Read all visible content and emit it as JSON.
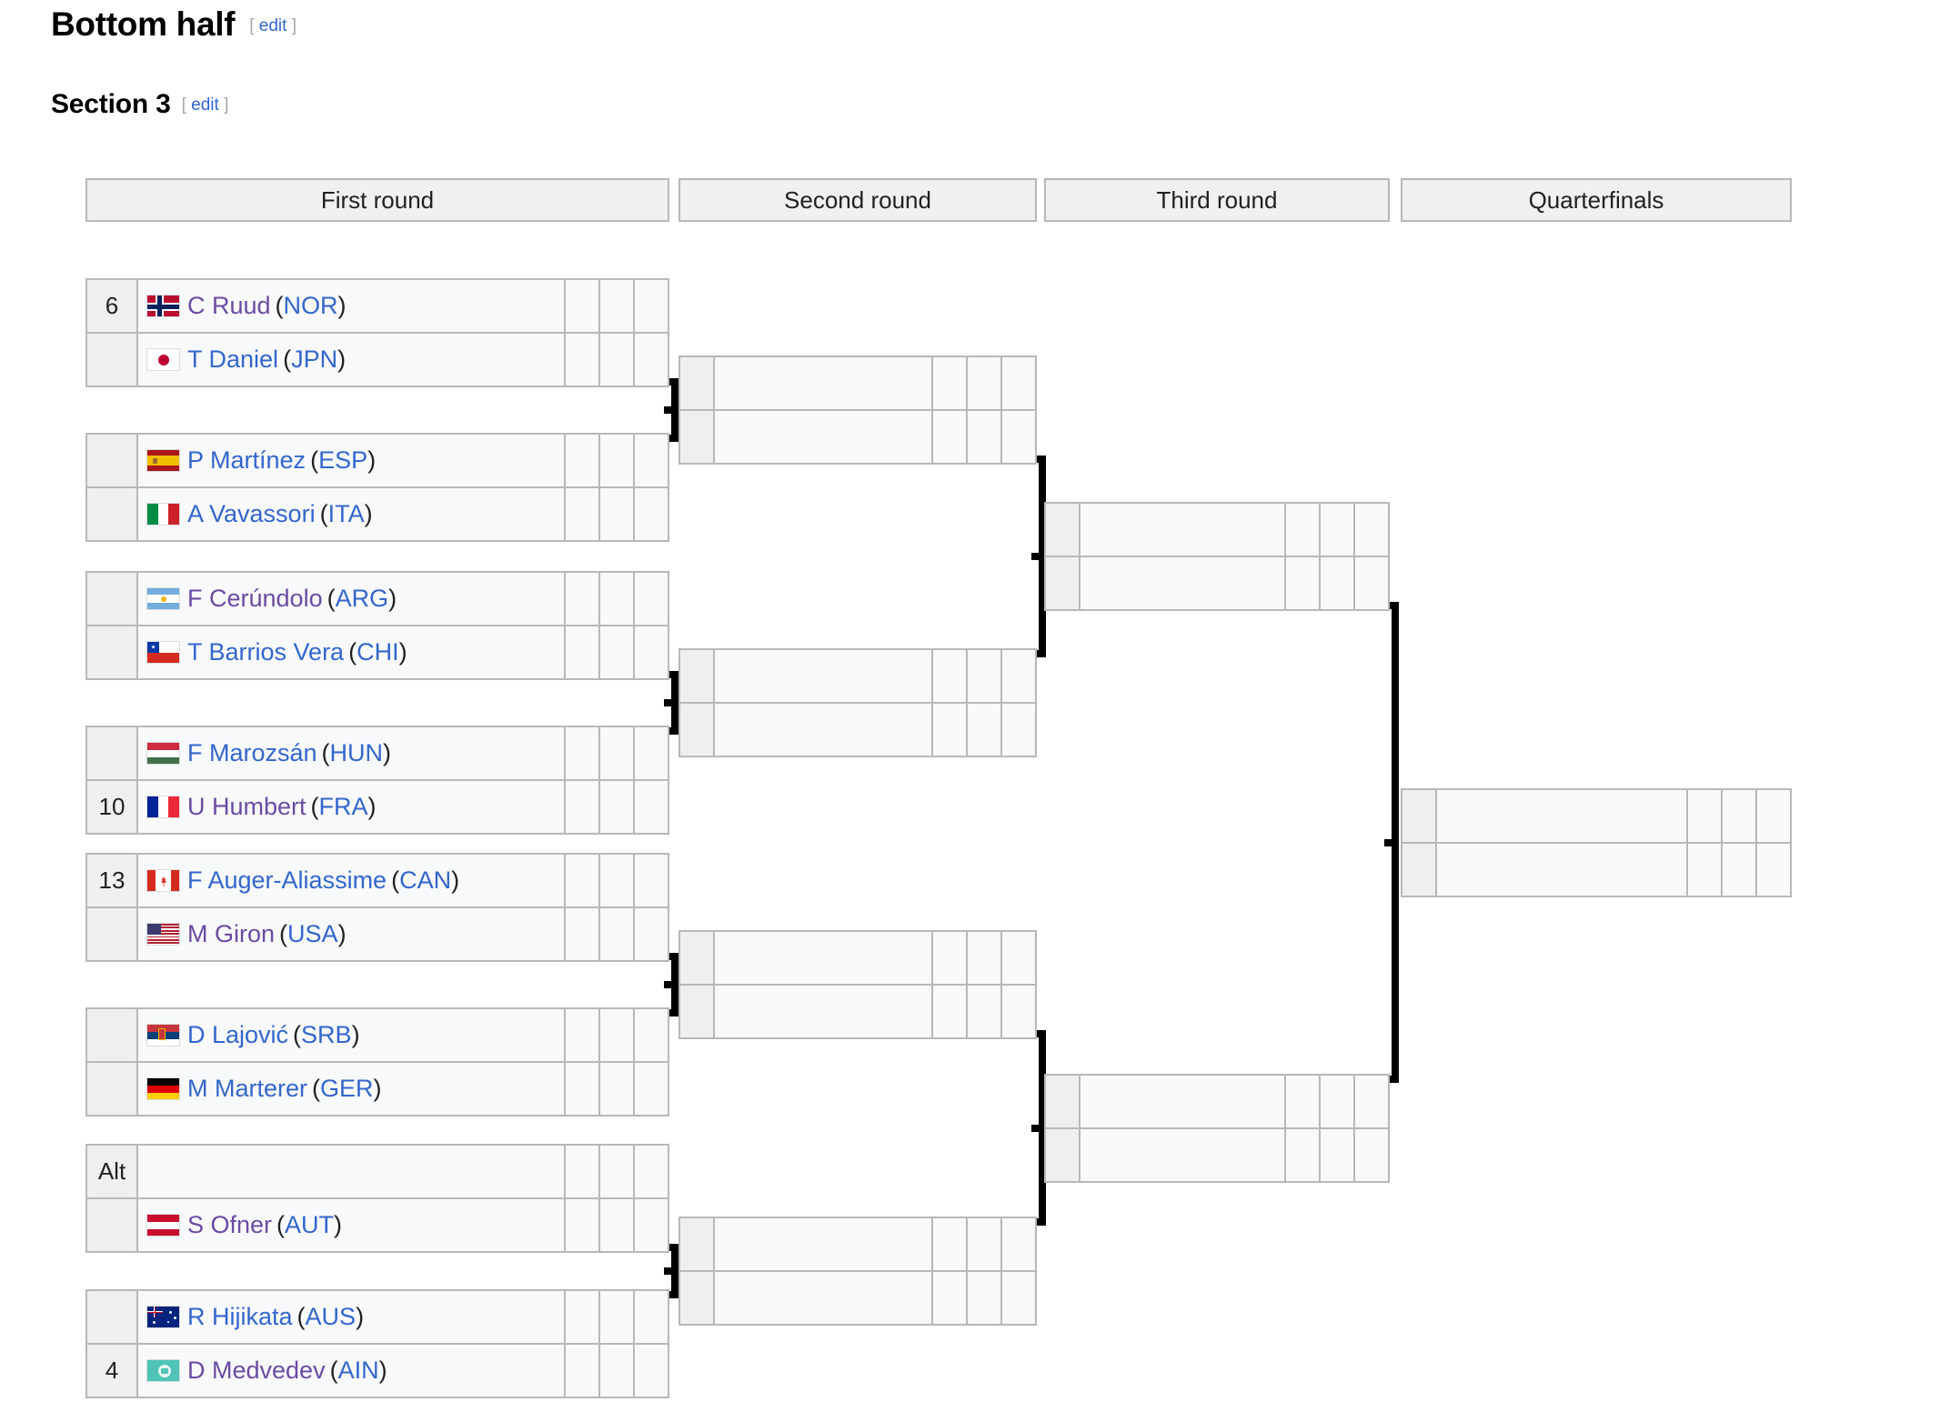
{
  "headings": {
    "bottom_half": "Bottom half",
    "section": "Section 3",
    "edit_open": "[",
    "edit_label": "edit",
    "edit_close": "]"
  },
  "rounds": [
    {
      "label": "First round"
    },
    {
      "label": "Second round"
    },
    {
      "label": "Third round"
    },
    {
      "label": "Quarterfinals"
    }
  ],
  "colors": {
    "link": "#3366cc",
    "visited_link": "#6b4ba1",
    "header_bg": "#f0f0f0",
    "cell_bg": "#f8f9fa",
    "seed_bg": "#efefef",
    "border": "#b8b8b8",
    "connector": "#000000"
  },
  "first_round": [
    {
      "players": [
        {
          "seed": "6",
          "name": "C Ruud",
          "country": "NOR",
          "flag": "norway",
          "visited": true,
          "scores": [
            "",
            "",
            ""
          ]
        },
        {
          "seed": "",
          "name": "T Daniel",
          "country": "JPN",
          "flag": "japan",
          "visited": false,
          "scores": [
            "",
            "",
            ""
          ]
        }
      ]
    },
    {
      "players": [
        {
          "seed": "",
          "name": "P Martínez",
          "country": "ESP",
          "flag": "spain",
          "visited": false,
          "scores": [
            "",
            "",
            ""
          ]
        },
        {
          "seed": "",
          "name": "A Vavassori",
          "country": "ITA",
          "flag": "italy",
          "visited": false,
          "scores": [
            "",
            "",
            ""
          ]
        }
      ]
    },
    {
      "players": [
        {
          "seed": "",
          "name": "F Cerúndolo",
          "country": "ARG",
          "flag": "argentina",
          "visited": true,
          "scores": [
            "",
            "",
            ""
          ]
        },
        {
          "seed": "",
          "name": "T Barrios Vera",
          "country": "CHI",
          "flag": "chile",
          "visited": false,
          "scores": [
            "",
            "",
            ""
          ]
        }
      ]
    },
    {
      "players": [
        {
          "seed": "",
          "name": "F Marozsán",
          "country": "HUN",
          "flag": "hungary",
          "visited": false,
          "scores": [
            "",
            "",
            ""
          ]
        },
        {
          "seed": "10",
          "name": "U Humbert",
          "country": "FRA",
          "flag": "france",
          "visited": true,
          "scores": [
            "",
            "",
            ""
          ]
        }
      ]
    },
    {
      "players": [
        {
          "seed": "13",
          "name": "F Auger-Aliassime",
          "country": "CAN",
          "flag": "canada",
          "visited": false,
          "scores": [
            "",
            "",
            ""
          ]
        },
        {
          "seed": "",
          "name": "M Giron",
          "country": "USA",
          "flag": "usa",
          "visited": true,
          "scores": [
            "",
            "",
            ""
          ]
        }
      ]
    },
    {
      "players": [
        {
          "seed": "",
          "name": "D Lajović",
          "country": "SRB",
          "flag": "serbia",
          "visited": false,
          "scores": [
            "",
            "",
            ""
          ]
        },
        {
          "seed": "",
          "name": "M Marterer",
          "country": "GER",
          "flag": "germany",
          "visited": false,
          "scores": [
            "",
            "",
            ""
          ]
        }
      ]
    },
    {
      "players": [
        {
          "seed": "Alt",
          "name": "",
          "country": "",
          "flag": "none",
          "visited": false,
          "scores": [
            "",
            "",
            ""
          ]
        },
        {
          "seed": "",
          "name": "S Ofner",
          "country": "AUT",
          "flag": "austria",
          "visited": true,
          "scores": [
            "",
            "",
            ""
          ]
        }
      ]
    },
    {
      "players": [
        {
          "seed": "",
          "name": "R Hijikata",
          "country": "AUS",
          "flag": "australia",
          "visited": false,
          "scores": [
            "",
            "",
            ""
          ]
        },
        {
          "seed": "4",
          "name": "D Medvedev",
          "country": "AIN",
          "flag": "ain",
          "visited": true,
          "scores": [
            "",
            "",
            ""
          ]
        }
      ]
    }
  ],
  "second_round": [
    {
      "players": [
        {
          "seed": "",
          "name": "",
          "country": "",
          "flag": "none",
          "scores": [
            "",
            "",
            ""
          ]
        },
        {
          "seed": "",
          "name": "",
          "country": "",
          "flag": "none",
          "scores": [
            "",
            "",
            ""
          ]
        }
      ]
    },
    {
      "players": [
        {
          "seed": "",
          "name": "",
          "country": "",
          "flag": "none",
          "scores": [
            "",
            "",
            ""
          ]
        },
        {
          "seed": "",
          "name": "",
          "country": "",
          "flag": "none",
          "scores": [
            "",
            "",
            ""
          ]
        }
      ]
    },
    {
      "players": [
        {
          "seed": "",
          "name": "",
          "country": "",
          "flag": "none",
          "scores": [
            "",
            "",
            ""
          ]
        },
        {
          "seed": "",
          "name": "",
          "country": "",
          "flag": "none",
          "scores": [
            "",
            "",
            ""
          ]
        }
      ]
    },
    {
      "players": [
        {
          "seed": "",
          "name": "",
          "country": "",
          "flag": "none",
          "scores": [
            "",
            "",
            ""
          ]
        },
        {
          "seed": "",
          "name": "",
          "country": "",
          "flag": "none",
          "scores": [
            "",
            "",
            ""
          ]
        }
      ]
    }
  ],
  "third_round": [
    {
      "players": [
        {
          "seed": "",
          "name": "",
          "country": "",
          "flag": "none",
          "scores": [
            "",
            "",
            ""
          ]
        },
        {
          "seed": "",
          "name": "",
          "country": "",
          "flag": "none",
          "scores": [
            "",
            "",
            ""
          ]
        }
      ]
    },
    {
      "players": [
        {
          "seed": "",
          "name": "",
          "country": "",
          "flag": "none",
          "scores": [
            "",
            "",
            ""
          ]
        },
        {
          "seed": "",
          "name": "",
          "country": "",
          "flag": "none",
          "scores": [
            "",
            "",
            ""
          ]
        }
      ]
    }
  ],
  "quarterfinals": [
    {
      "players": [
        {
          "seed": "",
          "name": "",
          "country": "",
          "flag": "none",
          "scores": [
            "",
            "",
            ""
          ]
        },
        {
          "seed": "",
          "name": "",
          "country": "",
          "flag": "none",
          "scores": [
            "",
            "",
            ""
          ]
        }
      ]
    }
  ]
}
